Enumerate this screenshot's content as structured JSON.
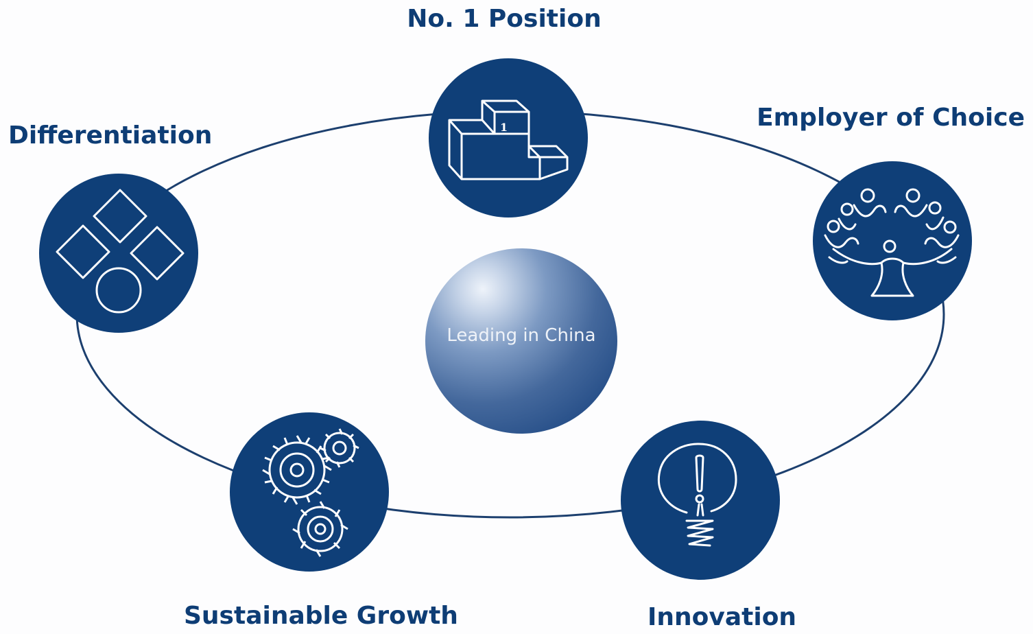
{
  "diagram": {
    "center_label": "Leading in China",
    "nodes": [
      {
        "label": "No. 1 Position",
        "icon": "podium-icon",
        "podium_rank": "1"
      },
      {
        "label": "Differentiation",
        "icon": "diamond-shapes-icon"
      },
      {
        "label": "Employer of Choice",
        "icon": "team-circle-icon"
      },
      {
        "label": "Sustainable Growth",
        "icon": "gears-icon"
      },
      {
        "label": "Innovation",
        "icon": "lightbulb-icon"
      }
    ],
    "colors": {
      "primary": "#0f3f78",
      "label": "#0e3d75",
      "line": "#1c3f6e",
      "background": "#fdfdfe"
    }
  }
}
